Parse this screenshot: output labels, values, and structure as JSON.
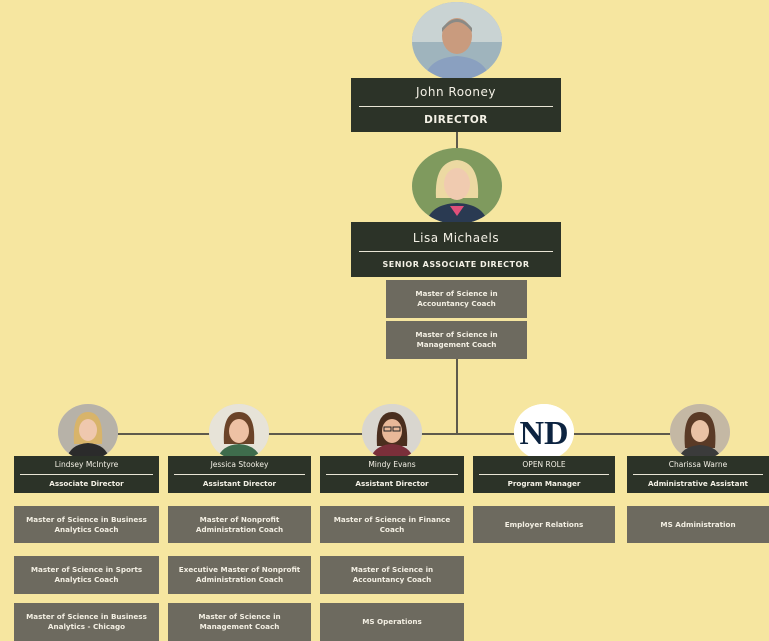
{
  "director": {
    "name": "John Rooney",
    "title": "DIRECTOR"
  },
  "senior": {
    "name": "Lisa Michaels",
    "title": "SENIOR ASSOCIATE DIRECTOR",
    "roles": [
      "Master of Science in Accountancy Coach",
      "Master of Science in Management Coach"
    ]
  },
  "team": [
    {
      "name": "Lindsey McIntyre",
      "title": "Associate Director",
      "roles": [
        "Master of Science in Business Analytics Coach",
        "Master of Science in Sports Analytics Coach",
        "Master of Science in Business Analytics - Chicago"
      ]
    },
    {
      "name": "Jessica Stookey",
      "title": "Assistant Director",
      "roles": [
        "Master of Nonprofit Administration Coach",
        "Executive Master of Nonprofit Administration Coach",
        "Master of Science in Management Coach"
      ]
    },
    {
      "name": "Mindy Evans",
      "title": "Assistant Director",
      "roles": [
        "Master of Science in Finance Coach",
        "Master of Science in Accountancy Coach",
        "MS Operations"
      ]
    },
    {
      "name": "OPEN ROLE",
      "title": "Program Manager",
      "roles": [
        "Employer Relations"
      ]
    },
    {
      "name": "Charissa Warne",
      "title": "Administrative Assistant",
      "roles": [
        "MS Administration"
      ]
    }
  ],
  "colors": {
    "background": "#f6e6a0",
    "name_box": "#2c3328",
    "role_box": "#6d6a5f",
    "connector": "#5e5a4c",
    "logo_navy": "#0c2340"
  },
  "icons": {
    "open_role_logo": "notre-dame-nd-logo-icon"
  }
}
